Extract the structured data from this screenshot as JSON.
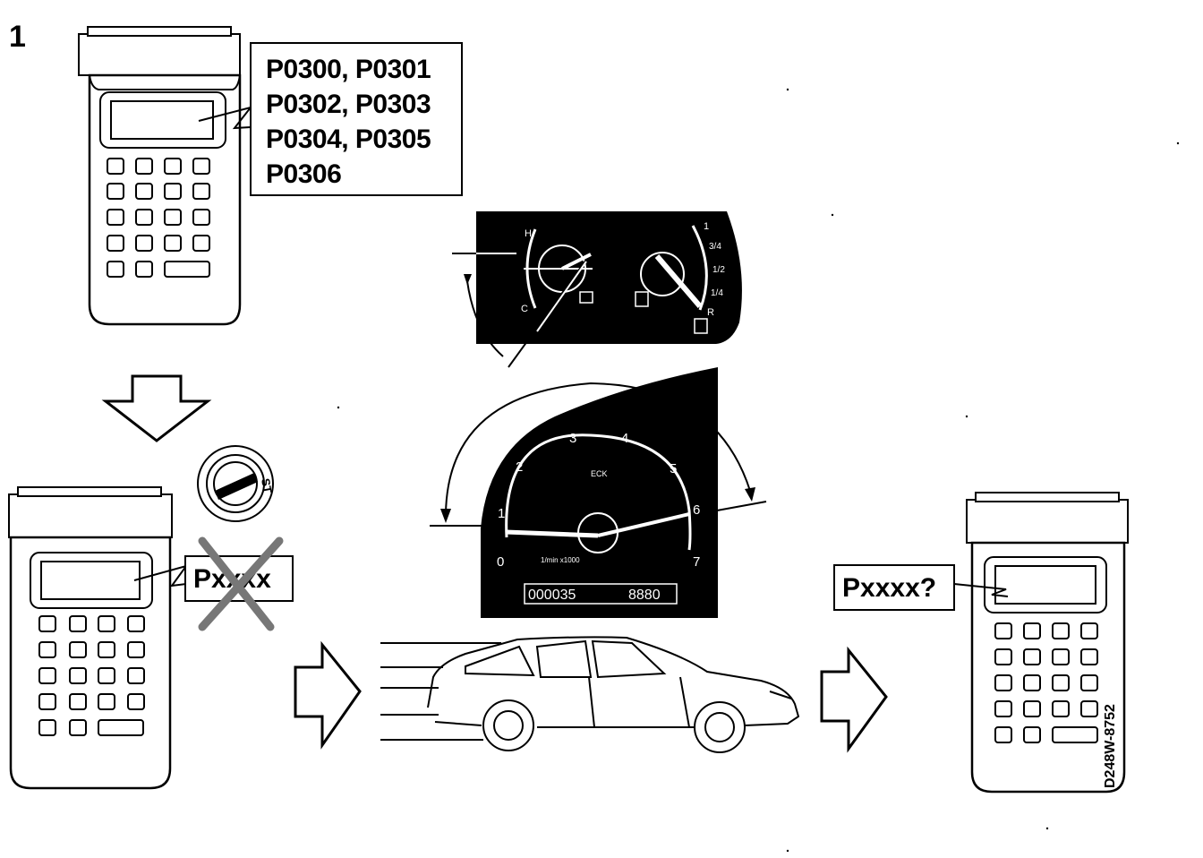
{
  "figure_number": "1",
  "fault_codes": {
    "line1": "P0300, P0301",
    "line2": "P0302, P0303",
    "line3": "P0304, P0305",
    "line4": "P0306"
  },
  "crossed_code": "Pxxxx",
  "query_code": "Pxxxx?",
  "ignition_label": "ST",
  "tachometer": {
    "scale": [
      "0",
      "1",
      "2",
      "3",
      "4",
      "5",
      "6",
      "7"
    ],
    "unit": "1/min x1000",
    "brand": "ECK",
    "odometer": "000035",
    "trip": "8880"
  },
  "temp_gauge": {
    "top": "H",
    "bottom": "C"
  },
  "fuel_gauge": {
    "full": "1",
    "three_quarter": "3/4",
    "half": "1/2",
    "quarter": "1/4",
    "empty": "R"
  },
  "reference_code": "D248W-8752"
}
